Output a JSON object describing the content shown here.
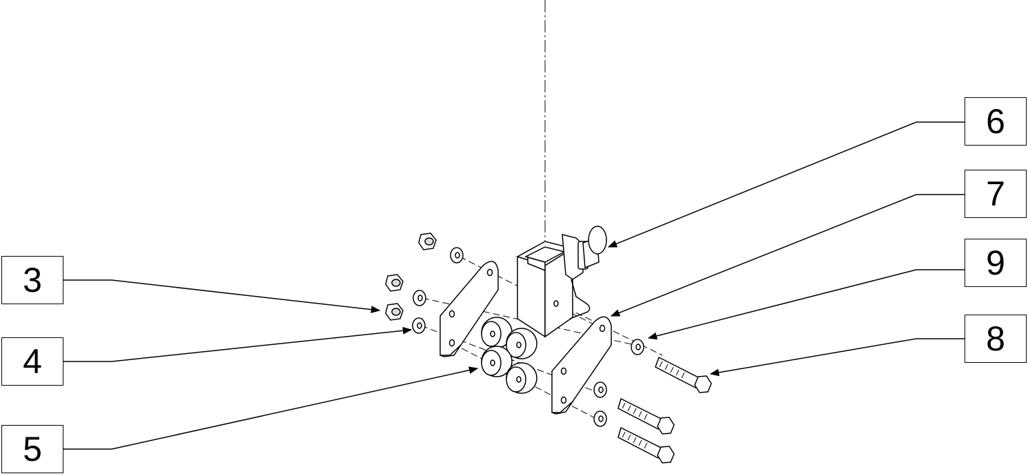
{
  "diagram": {
    "type": "exploded-parts-view",
    "callouts": [
      {
        "id": "c3",
        "label": "3"
      },
      {
        "id": "c4",
        "label": "4"
      },
      {
        "id": "c5",
        "label": "5"
      },
      {
        "id": "c6",
        "label": "6"
      },
      {
        "id": "c7",
        "label": "7"
      },
      {
        "id": "c8",
        "label": "8"
      },
      {
        "id": "c9",
        "label": "9"
      }
    ]
  }
}
